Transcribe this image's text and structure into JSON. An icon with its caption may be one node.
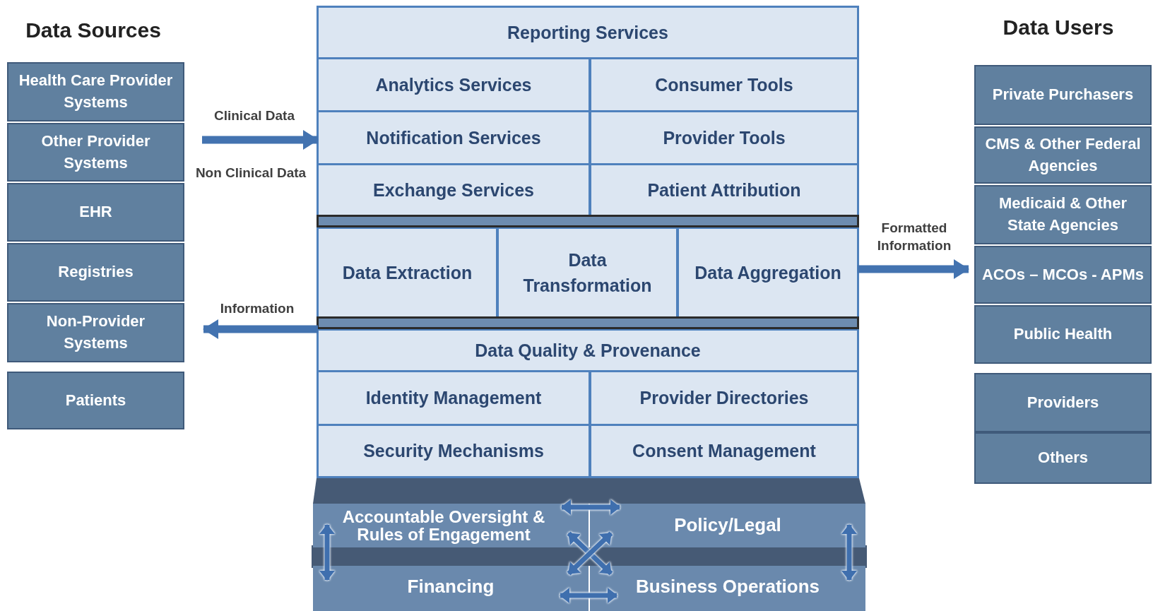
{
  "diagram": {
    "nodes": [
      {
        "text": [],
        "shape": "box"
      },
      {
        "text": [
          "Reporting Services"
        ],
        "in": 0
      },
      {
        "text": [
          "Analytics Services"
        ],
        "in": 0
      },
      {
        "text": [
          "Consumer Tools"
        ],
        "in": 0
      },
      {
        "text": [
          "Notification Services"
        ],
        "in": 0
      },
      {
        "text": [
          "Provider Tools"
        ],
        "in": 0
      },
      {
        "text": [
          "Exchange Services"
        ],
        "in": 0
      },
      {
        "text": [
          "Patient Attribution"
        ],
        "in": 0
      },
      {
        "text": [
          "Data Extraction"
        ],
        "in": 0
      },
      {
        "text": [
          "Data Transformation"
        ],
        "in": 0
      },
      {
        "text": [
          "Data Aggregation"
        ],
        "in": 0
      },
      {
        "text": [
          "Data Quality & Provenance"
        ],
        "in": 0
      },
      {
        "text": [
          "Identity Management"
        ],
        "in": 0
      },
      {
        "text": [
          "Provider Directories"
        ],
        "in": 0
      },
      {
        "text": [
          "Security Mechanisms"
        ],
        "in": 0
      },
      {
        "text": [
          "Consent Management"
        ],
        "in": 0
      },
      {
        "text": [
          "Accountable Oversight & Rules of Engagement"
        ]
      },
      {
        "text": [
          "Policy/Legal"
        ]
      },
      {
        "text": [
          "Financing"
        ]
      },
      {
        "text": [
          "Business Operations"
        ]
      },
      {
        "text": [
          "Health Care Provider Systems"
        ]
      },
      {
        "text": [
          "Other Provider Systems"
        ]
      },
      {
        "text": [
          "EHR"
        ]
      },
      {
        "text": [
          "Registries"
        ]
      },
      {
        "text": [
          "Non-Provider Systems"
        ]
      },
      {
        "text": [
          "Patients"
        ]
      },
      {
        "text": [
          "Private Purchasers"
        ]
      },
      {
        "text": [
          "CMS & Other Federal Agencies"
        ]
      },
      {
        "text": [
          "Medicaid & Other State Agencies"
        ]
      },
      {
        "text": [
          "ACOs – MCOs - APMs"
        ]
      },
      {
        "text": [
          "Public Health"
        ]
      },
      {
        "text": [
          "Providers"
        ]
      },
      {
        "text": [
          "Others"
        ]
      },
      {
        "text": [],
        "shape": "bar",
        "in": 0
      },
      {
        "text": [],
        "shape": "bar",
        "in": 0
      }
    ],
    "edges": [
      {
        "from": 21,
        "to": 0,
        "arrow": "to",
        "label": "Clinical Data"
      },
      {
        "from": 0,
        "to": 24,
        "arrow": "to",
        "label": "Information"
      },
      {
        "from": 0,
        "to": 29,
        "arrow": "to",
        "label": "Formatted Information"
      },
      {
        "from": 16,
        "to": 17,
        "arrow": "both"
      },
      {
        "from": 16,
        "to": 18,
        "arrow": "both"
      },
      {
        "from": 17,
        "to": 19,
        "arrow": "both"
      },
      {
        "from": 16,
        "to": 19,
        "arrow": "both"
      },
      {
        "from": 17,
        "to": 18,
        "arrow": "both"
      },
      {
        "from": 18,
        "to": 19,
        "arrow": "both"
      }
    ],
    "labels": [
      "Data Sources",
      "Non Clinical Data",
      "Data Users"
    ]
  }
}
